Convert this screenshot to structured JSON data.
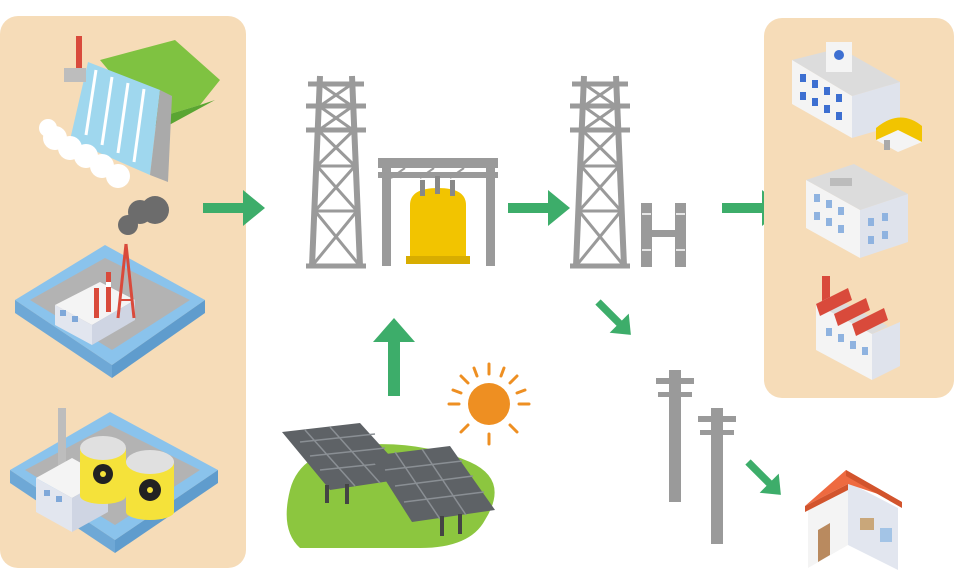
{
  "diagram": {
    "nodes": [
      {
        "id": "hydro",
        "icon": "hydro-dam-icon"
      },
      {
        "id": "thermal",
        "icon": "thermal-plant-icon"
      },
      {
        "id": "nuclear",
        "icon": "nuclear-plant-icon"
      },
      {
        "id": "solar",
        "icon": "solar-farm-icon"
      },
      {
        "id": "tower-1",
        "icon": "transmission-tower-icon"
      },
      {
        "id": "substation",
        "icon": "transformer-substation-icon"
      },
      {
        "id": "tower-2",
        "icon": "transmission-tower-icon"
      },
      {
        "id": "switch",
        "icon": "switchgear-icon"
      },
      {
        "id": "poles",
        "icon": "utility-pole-icon"
      },
      {
        "id": "school",
        "icon": "school-building-icon"
      },
      {
        "id": "office",
        "icon": "office-building-icon"
      },
      {
        "id": "factory",
        "icon": "factory-icon"
      },
      {
        "id": "house",
        "icon": "house-icon"
      }
    ],
    "edges": [
      {
        "from": "plants",
        "to": "tower-1"
      },
      {
        "from": "solar",
        "to": "substation"
      },
      {
        "from": "substation",
        "to": "tower-2"
      },
      {
        "from": "switch",
        "to": "consumers"
      },
      {
        "from": "tower-2",
        "to": "poles"
      },
      {
        "from": "poles",
        "to": "house"
      }
    ],
    "colors": {
      "panel": "#f6dcb8",
      "arrow": "#3dad6a",
      "steel": "#9a9a9a",
      "transformer": "#f2c400",
      "sun": "#ee8f22",
      "grass": "#8cc63f",
      "water": "#8ac3ec",
      "roof": "#ee6a40"
    }
  }
}
